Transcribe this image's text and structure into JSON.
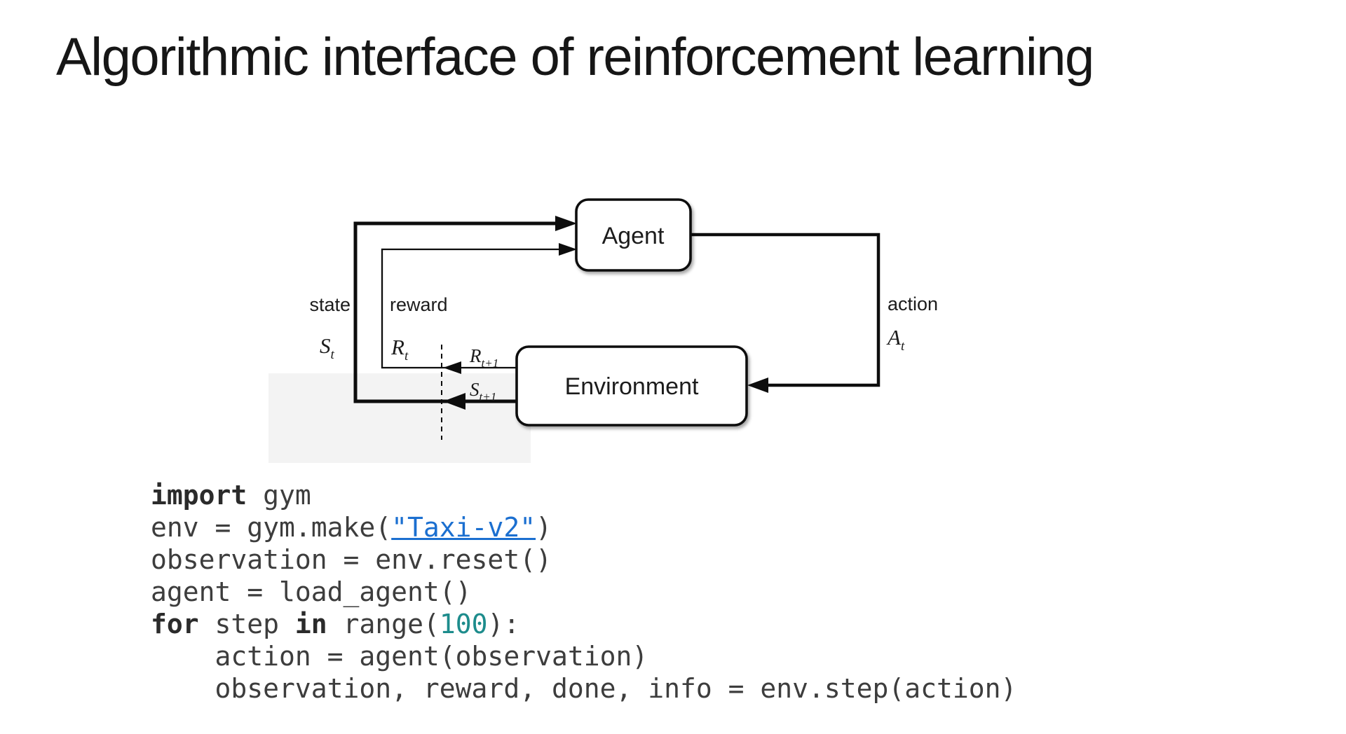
{
  "slide": {
    "title": "Algorithmic interface of reinforcement learning",
    "background": "#ffffff"
  },
  "diagram": {
    "agent_label": "Agent",
    "environment_label": "Environment",
    "state_label": "state",
    "state_symbol": "S",
    "state_subscript": "t",
    "reward_label": "reward",
    "reward_symbol": "R",
    "reward_subscript": "t",
    "next_reward_symbol": "R",
    "next_reward_subscript": "t+1",
    "next_state_symbol": "S",
    "next_state_subscript": "t+1",
    "action_label": "action",
    "action_symbol": "A",
    "action_subscript": "t",
    "line_color": "#0d0d0d",
    "box_border_color": "#0d0d0d",
    "box_fill": "#ffffff",
    "label_color": "#1c1c1c"
  },
  "code": {
    "text_color": "#3d3d3d",
    "keyword_color": "#2b2b2b",
    "link_color": "#1b6fd0",
    "number_color": "#1d8c8c",
    "lines": [
      {
        "tokens": [
          {
            "t": "import",
            "s": "kw"
          },
          {
            "t": " gym",
            "s": "plain"
          }
        ]
      },
      {
        "tokens": [
          {
            "t": "env = gym.make(",
            "s": "plain"
          },
          {
            "t": "\"Taxi-v2\"",
            "s": "link"
          },
          {
            "t": ")",
            "s": "plain"
          }
        ]
      },
      {
        "tokens": [
          {
            "t": "observation = env.reset()",
            "s": "plain"
          }
        ]
      },
      {
        "tokens": [
          {
            "t": "agent = load_agent()",
            "s": "plain"
          }
        ]
      },
      {
        "tokens": [
          {
            "t": "for",
            "s": "kw"
          },
          {
            "t": " step ",
            "s": "plain"
          },
          {
            "t": "in",
            "s": "kw"
          },
          {
            "t": " range(",
            "s": "plain"
          },
          {
            "t": "100",
            "s": "num"
          },
          {
            "t": "):",
            "s": "plain"
          }
        ]
      },
      {
        "tokens": [
          {
            "t": "    action = agent(observation)",
            "s": "plain"
          }
        ]
      },
      {
        "tokens": [
          {
            "t": "    observation, reward, done, info = env.step(action)",
            "s": "plain"
          }
        ]
      }
    ]
  },
  "artifact": {
    "color": "#f3f3f3"
  }
}
